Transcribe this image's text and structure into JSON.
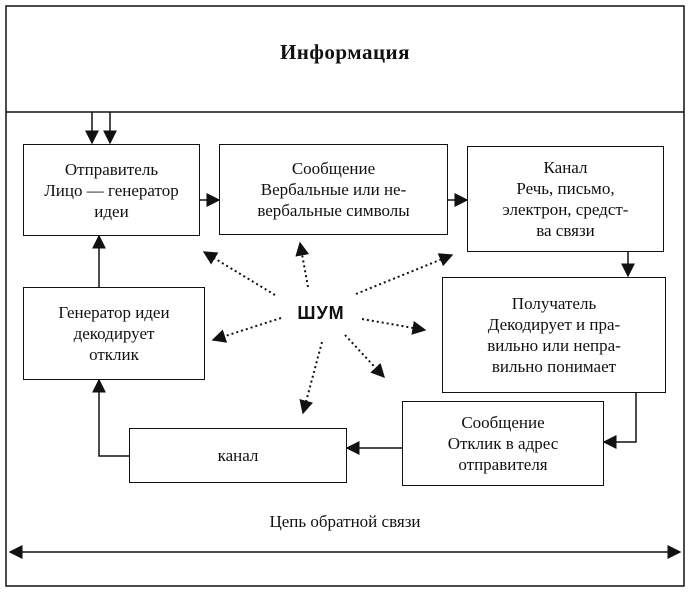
{
  "title": "Информация",
  "noise_label": "ШУМ",
  "feedback_label": "Цепь обратной связи",
  "boxes": {
    "sender": [
      "Отправитель",
      "Лицо — генератор",
      "идеи"
    ],
    "message": [
      "Сообщение",
      "Вербальные или не-",
      "вербальные символы"
    ],
    "channel": [
      "Канал",
      "Речь, письмо,",
      "электрон, средст-",
      "ва связи"
    ],
    "receiver": [
      "Получатель",
      "Декодирует и пра-",
      "вильно или непра-",
      "вильно понимает"
    ],
    "response": [
      "Сообщение",
      "Отклик в адрес",
      "отправителя"
    ],
    "return_channel": [
      "канал"
    ],
    "idea_decoder": [
      "Генератор идеи",
      "декодирует",
      "отклик"
    ]
  }
}
